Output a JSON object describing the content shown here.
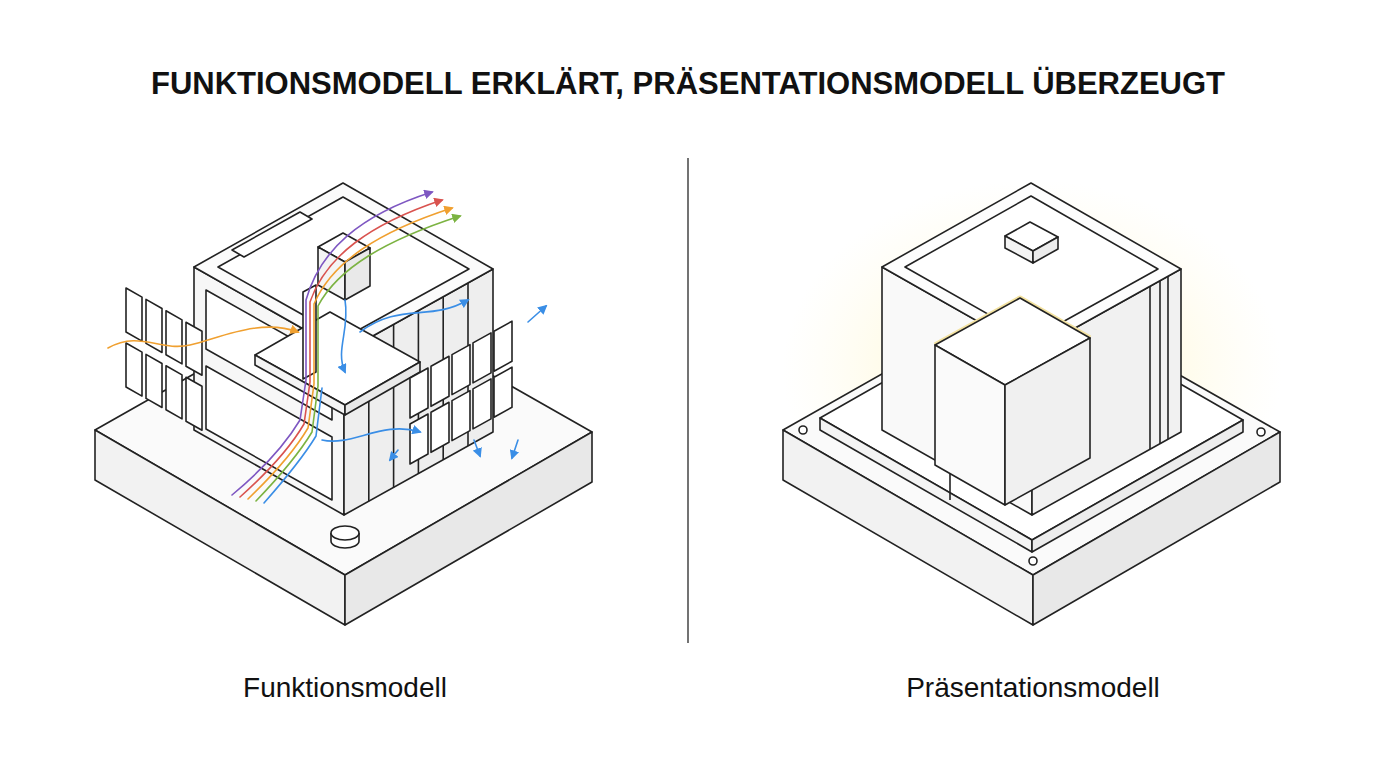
{
  "diagram": {
    "title": "FUNKTIONSMODELL ERKLÄRT, PRÄSENTATIONSMODELL ÜBERZEUGT",
    "labels": [
      "Funktionsmodell",
      "Präsentationsmodell"
    ]
  }
}
